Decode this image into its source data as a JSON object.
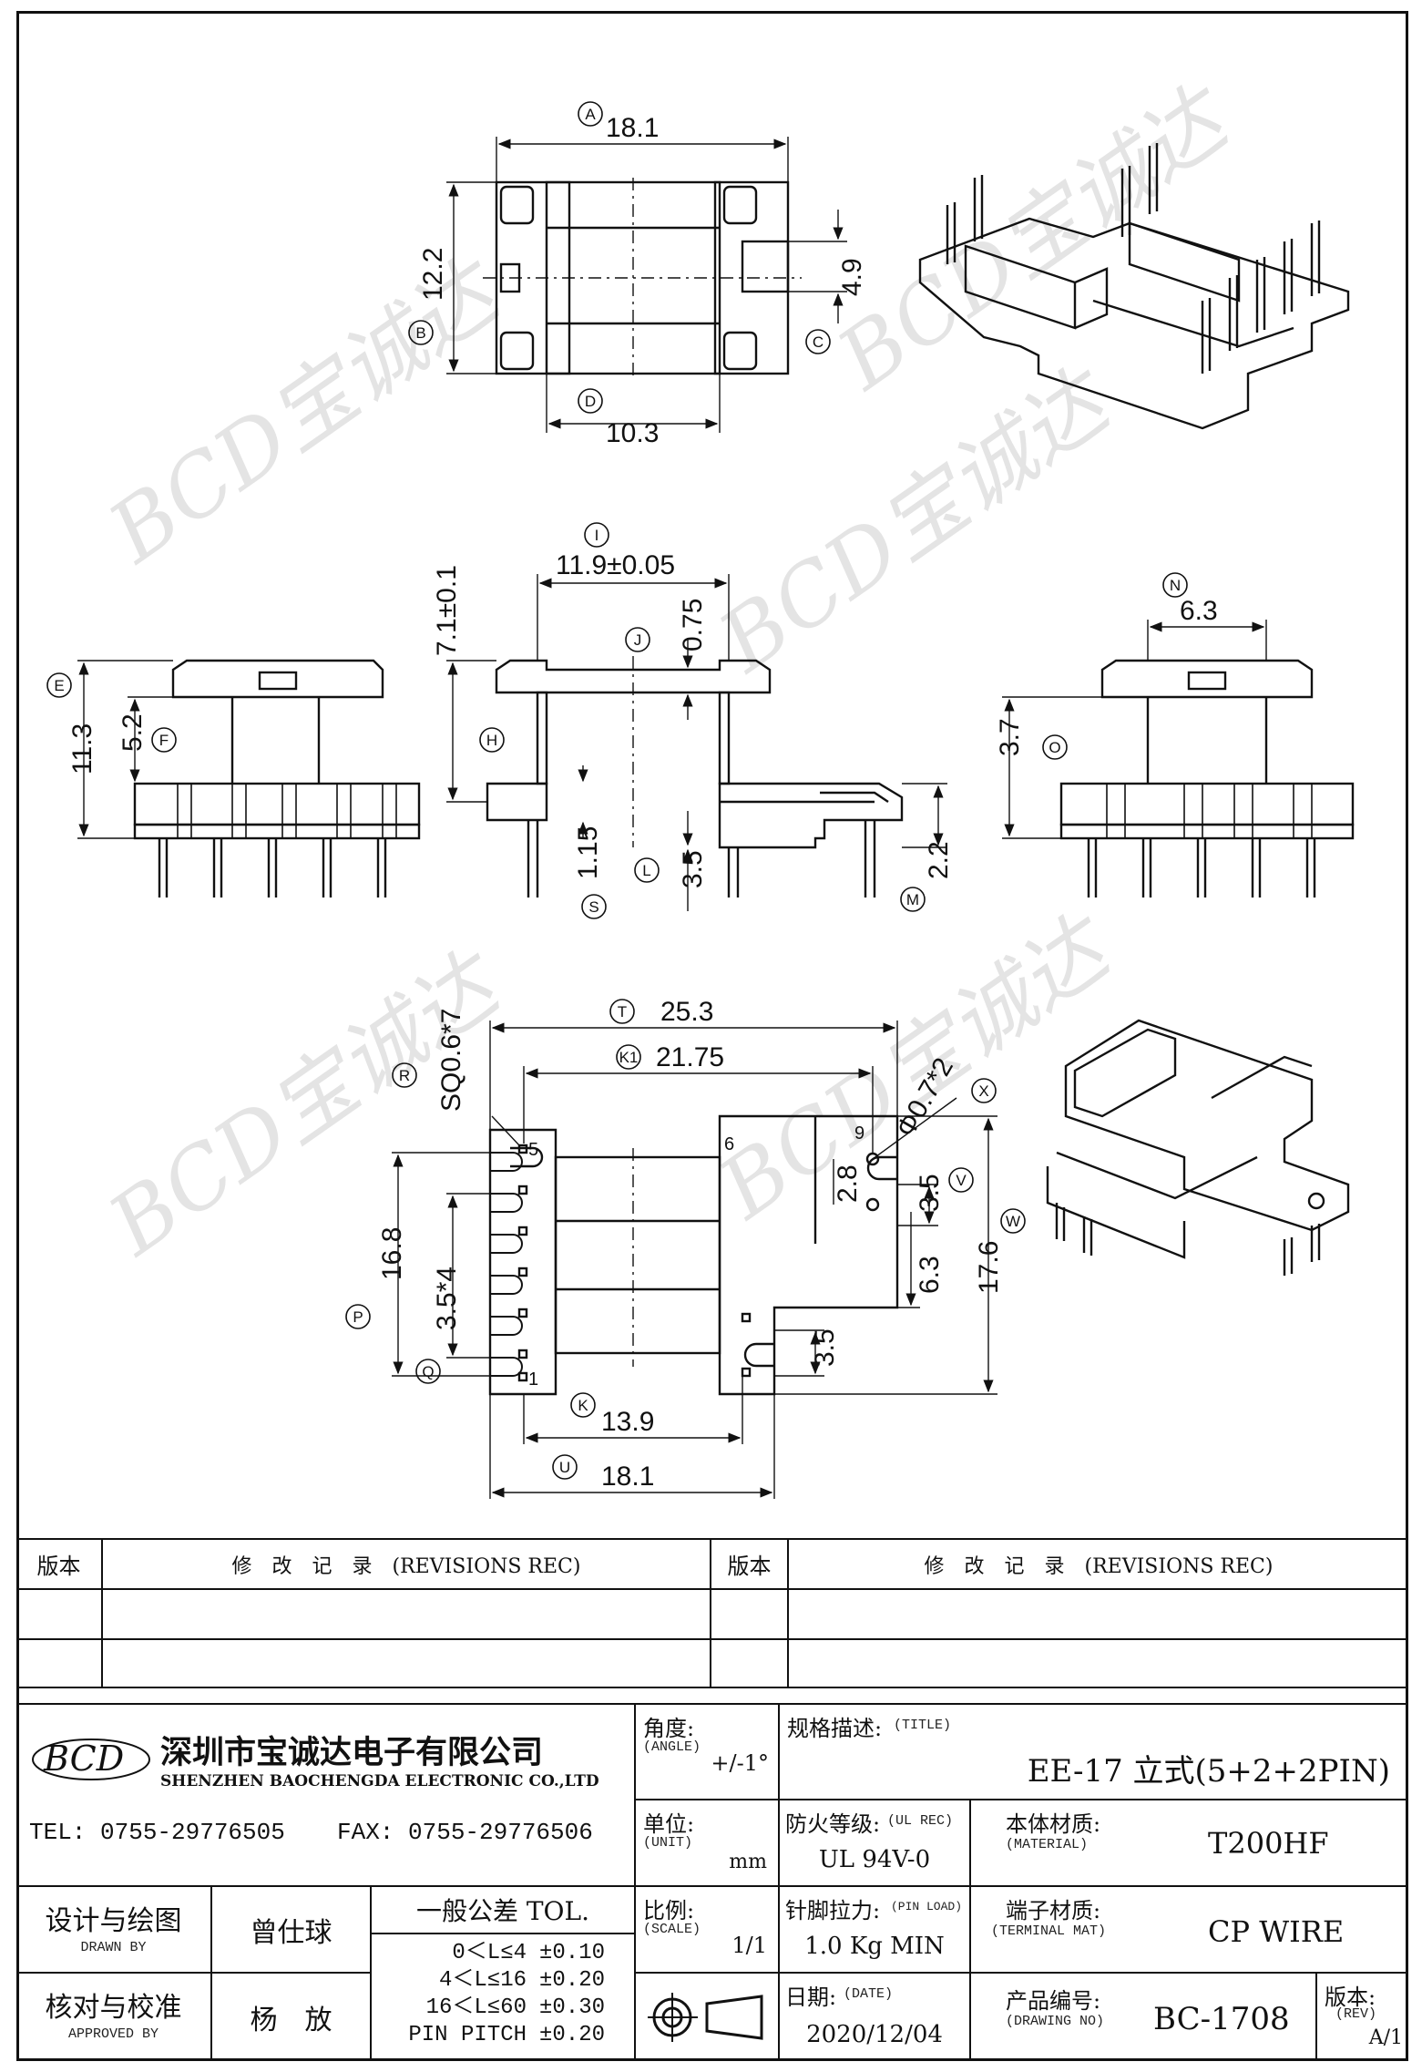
{
  "dimensions": {
    "A": "18.1",
    "B": "12.2",
    "C": "4.9",
    "D": "10.3",
    "I": "11.9±0.05",
    "J": "0.75",
    "H": "7.1±0.1",
    "E": "11.3",
    "F": "5.2",
    "S": "1.15",
    "L": "3.5",
    "M": "2.2",
    "N": "6.3",
    "O": "3.7",
    "T": "25.3",
    "K1": "21.75",
    "R": "SQ0.6*7",
    "X": "Φ0.7*2",
    "pin9": "2.8",
    "V": "3.5",
    "W": "17.6",
    "mid": "6.3",
    "low": "3.5",
    "P": "16.8",
    "Q": "3.5*4",
    "K": "13.9",
    "U": "18.1"
  },
  "circle_labels": [
    "A",
    "B",
    "C",
    "D",
    "I",
    "J",
    "H",
    "E",
    "F",
    "S",
    "L",
    "M",
    "N",
    "O",
    "T",
    "K1",
    "R",
    "X",
    "V",
    "W",
    "P",
    "Q",
    "K",
    "U"
  ],
  "pin_labels": {
    "p5": "5",
    "p1": "1",
    "p6": "6",
    "p9": "9"
  },
  "watermark": "BCD宝诚达",
  "revisions": {
    "col_version": "版本",
    "col_record": "修　改　记　录　(REVISIONS REC)"
  },
  "company": {
    "logo": "BCD",
    "name_cn": "深圳市宝诚达电子有限公司",
    "name_en": "SHENZHEN BAOCHENGDA ELECTRONIC CO.,LTD",
    "tel": "TEL: 0755-29776505",
    "fax": "FAX: 0755-29776506"
  },
  "angle": {
    "label": "角度:",
    "sub": "(ANGLE)",
    "value": "+/-1°"
  },
  "unit": {
    "label": "单位:",
    "sub": "(UNIT)",
    "value": "mm"
  },
  "scale": {
    "label": "比例:",
    "sub": "(SCALE)",
    "value": "1/1"
  },
  "title": {
    "label": "规格描述:",
    "sub": "(TITLE)",
    "value": "EE-17 立式(5+2+2PIN)"
  },
  "ul": {
    "label": "防火等级:",
    "sub": "(UL REC)",
    "value": "UL 94V-0"
  },
  "material": {
    "label": "本体材质:",
    "sub": "(MATERIAL)",
    "value": "T200HF"
  },
  "pinload": {
    "label": "针脚拉力:",
    "sub": "(PIN LOAD)",
    "value": "1.0 Kg MIN"
  },
  "terminal": {
    "label": "端子材质:",
    "sub": "(TERMINAL MAT)",
    "value": "CP WIRE"
  },
  "design": {
    "label": "设计与绘图",
    "sub": "DRAWN BY",
    "name": "曾仕球"
  },
  "approve": {
    "label": "核对与校准",
    "sub": "APPROVED BY",
    "name": "杨　放"
  },
  "tolerance": {
    "title": "一般公差 TOL.",
    "rows": [
      {
        "range": "0＜L≤4",
        "tol": "±0.10"
      },
      {
        "range": "4＜L≤16",
        "tol": "±0.20"
      },
      {
        "range": "16＜L≤60",
        "tol": "±0.30"
      },
      {
        "range": "PIN PITCH",
        "tol": "±0.20"
      }
    ]
  },
  "date": {
    "label": "日期:",
    "sub": "(DATE)",
    "value": "2020/12/04"
  },
  "drawing_no": {
    "label": "产品编号:",
    "sub": "(DRAWING NO)",
    "value": "BC-1708"
  },
  "rev": {
    "label": "版本:",
    "sub": "(REV)",
    "value": "A/1"
  }
}
